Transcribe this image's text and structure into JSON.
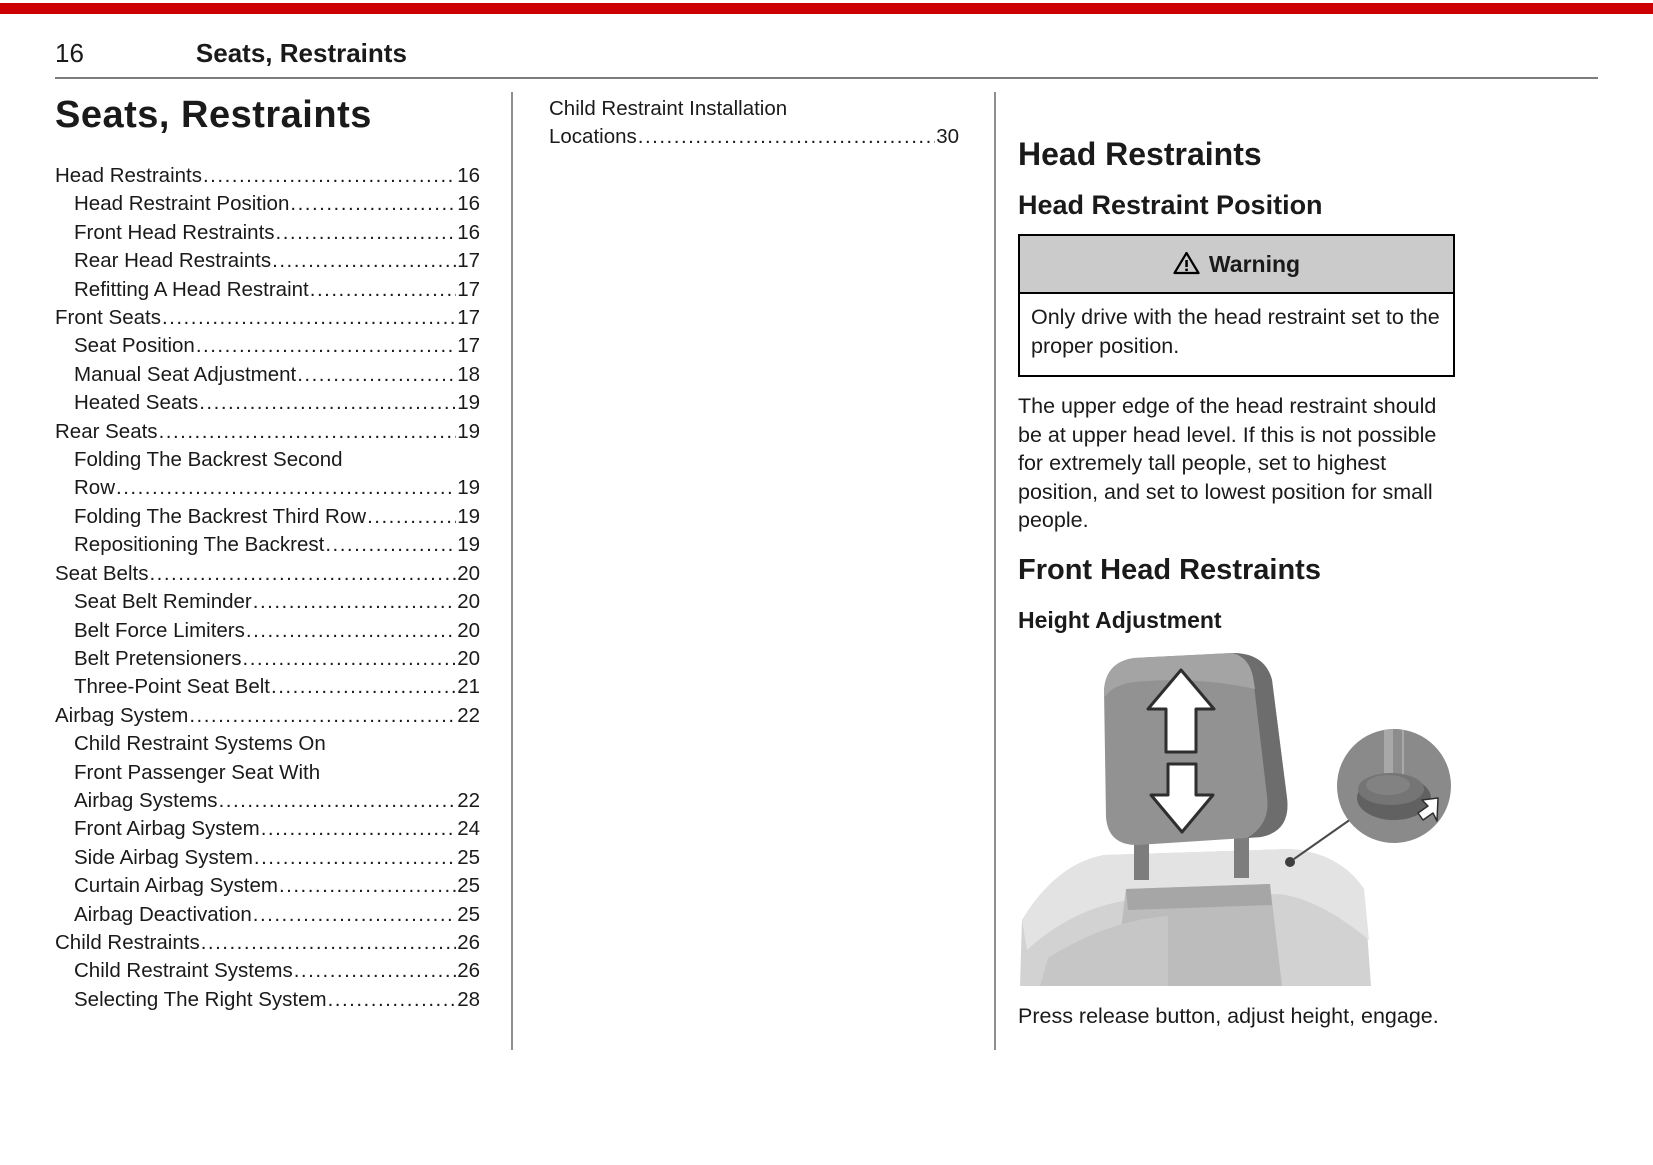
{
  "page": {
    "number": "16",
    "header_title": "Seats, Restraints",
    "accent_color": "#cc0000"
  },
  "left_column": {
    "title": "Seats, Restraints",
    "toc": [
      {
        "lines": [
          "Head Restraints"
        ],
        "page": "16",
        "level": 0
      },
      {
        "lines": [
          "Head Restraint Position"
        ],
        "page": "16",
        "level": 1
      },
      {
        "lines": [
          "Front Head Restraints"
        ],
        "page": "16",
        "level": 1
      },
      {
        "lines": [
          "Rear Head Restraints"
        ],
        "page": "17",
        "level": 1
      },
      {
        "lines": [
          "Refitting A Head Restraint"
        ],
        "page": "17",
        "level": 1
      },
      {
        "lines": [
          "Front Seats"
        ],
        "page": "17",
        "level": 0
      },
      {
        "lines": [
          "Seat Position"
        ],
        "page": "17",
        "level": 1
      },
      {
        "lines": [
          "Manual Seat Adjustment"
        ],
        "page": "18",
        "level": 1
      },
      {
        "lines": [
          "Heated Seats"
        ],
        "page": "19",
        "level": 1
      },
      {
        "lines": [
          "Rear Seats"
        ],
        "page": "19",
        "level": 0
      },
      {
        "lines": [
          "Folding The Backrest Second",
          "Row"
        ],
        "page": "19",
        "level": 1
      },
      {
        "lines": [
          "Folding The Backrest Third Row"
        ],
        "page": "19",
        "level": 1
      },
      {
        "lines": [
          "Repositioning The Backrest"
        ],
        "page": "19",
        "level": 1
      },
      {
        "lines": [
          "Seat Belts"
        ],
        "page": "20",
        "level": 0
      },
      {
        "lines": [
          "Seat Belt Reminder"
        ],
        "page": "20",
        "level": 1
      },
      {
        "lines": [
          "Belt Force Limiters"
        ],
        "page": "20",
        "level": 1
      },
      {
        "lines": [
          "Belt Pretensioners"
        ],
        "page": "20",
        "level": 1
      },
      {
        "lines": [
          "Three-Point Seat Belt"
        ],
        "page": "21",
        "level": 1
      },
      {
        "lines": [
          "Airbag System"
        ],
        "page": "22",
        "level": 0
      },
      {
        "lines": [
          "Child Restraint Systems On",
          "Front Passenger Seat With",
          "Airbag Systems"
        ],
        "page": "22",
        "level": 1
      },
      {
        "lines": [
          "Front Airbag System"
        ],
        "page": "24",
        "level": 1
      },
      {
        "lines": [
          "Side Airbag System"
        ],
        "page": "25",
        "level": 1
      },
      {
        "lines": [
          "Curtain Airbag System"
        ],
        "page": "25",
        "level": 1
      },
      {
        "lines": [
          "Airbag Deactivation"
        ],
        "page": "25",
        "level": 1
      },
      {
        "lines": [
          "Child Restraints"
        ],
        "page": "26",
        "level": 0
      },
      {
        "lines": [
          "Child Restraint Systems"
        ],
        "page": "26",
        "level": 1
      },
      {
        "lines": [
          "Selecting The Right System"
        ],
        "page": "28",
        "level": 1
      }
    ]
  },
  "middle_column": {
    "toc": [
      {
        "lines": [
          "Child Restraint Installation",
          "Locations"
        ],
        "page": "30",
        "level": 0
      }
    ]
  },
  "right_column": {
    "section_title": "Head Restraints",
    "subsection1": "Head Restraint Position",
    "warning": {
      "icon": "warning-triangle-icon",
      "title": "Warning",
      "body": "Only drive with the head restraint set to the proper position."
    },
    "paragraph": "The upper edge of the head restraint should be at upper head level. If this is not possible for extremely tall people, set to highest position, and set to lowest position for small people.",
    "subsection2": "Front Head Restraints",
    "subsubsection": "Height Adjustment",
    "illustration": "headrest-height-adjustment",
    "caption": "Press release button, adjust height, engage."
  }
}
